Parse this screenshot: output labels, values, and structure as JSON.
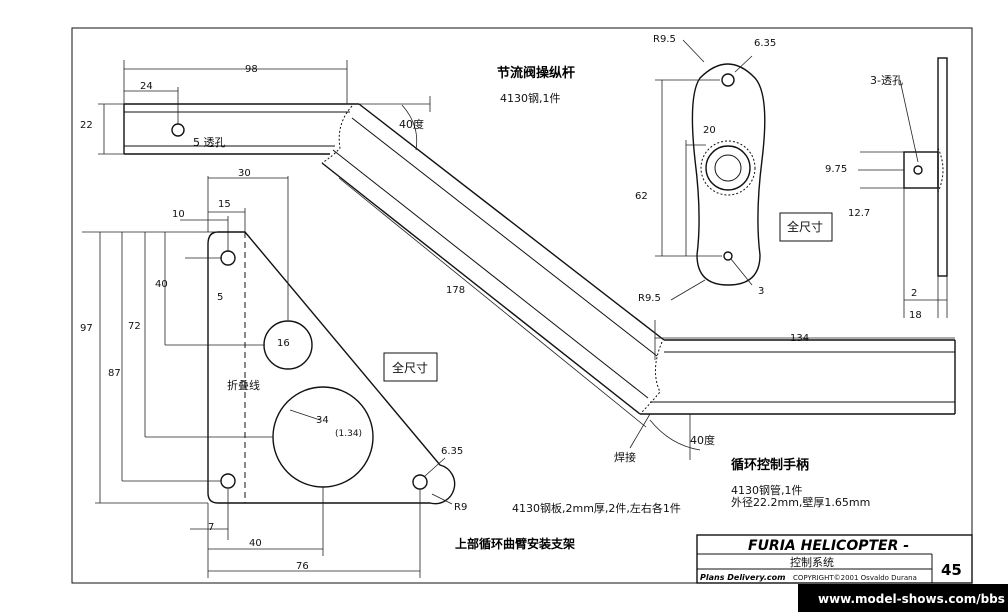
{
  "titles": {
    "throttle_lever": "节流阀操纵杆",
    "throttle_material": "4130钢,1件",
    "collective_handle": "循环控制手柄",
    "collective_material": "4130钢管,1件",
    "collective_spec": "外径22.2mm,壁厚1.65mm",
    "bracket_title": "上部循环曲臂安装支架",
    "bracket_material": "4130钢板,2mm厚,2件,左右各1件"
  },
  "labels": {
    "full_size_1": "全尺寸",
    "full_size_2": "全尺寸",
    "fold_line": "折叠线",
    "weld": "焊接",
    "angle_top": "40度",
    "angle_bottom": "40度",
    "hole_through": "5 透孔",
    "three_hole": "3-透孔",
    "hole_1p34": "(1.34)"
  },
  "dims": {
    "d98": "98",
    "d24": "24",
    "d22": "22",
    "d178": "178",
    "d134": "134",
    "d30": "30",
    "d15": "15",
    "d10": "10",
    "d40": "40",
    "d5": "5",
    "d72": "72",
    "d97": "97",
    "d87": "87",
    "d16": "16",
    "d34": "34",
    "d635b": "6.35",
    "r9": "R9",
    "d7": "7",
    "d40b": "40",
    "d76": "76",
    "r95a": "R9.5",
    "d635a": "6.35",
    "d20": "20",
    "d62": "62",
    "r95b": "R9.5",
    "d3": "3",
    "d975": "9.75",
    "d127": "12.7",
    "d2": "2",
    "d18": "18"
  },
  "title_block": {
    "title": "FURIA HELICOPTER -",
    "subtitle": "控制系统",
    "page": "45",
    "brand": "Plans Delivery.com",
    "copyright": "COPYRIGHT©2001 Osvaldo Durana"
  },
  "watermark": "www.model-shows.com/bbs"
}
